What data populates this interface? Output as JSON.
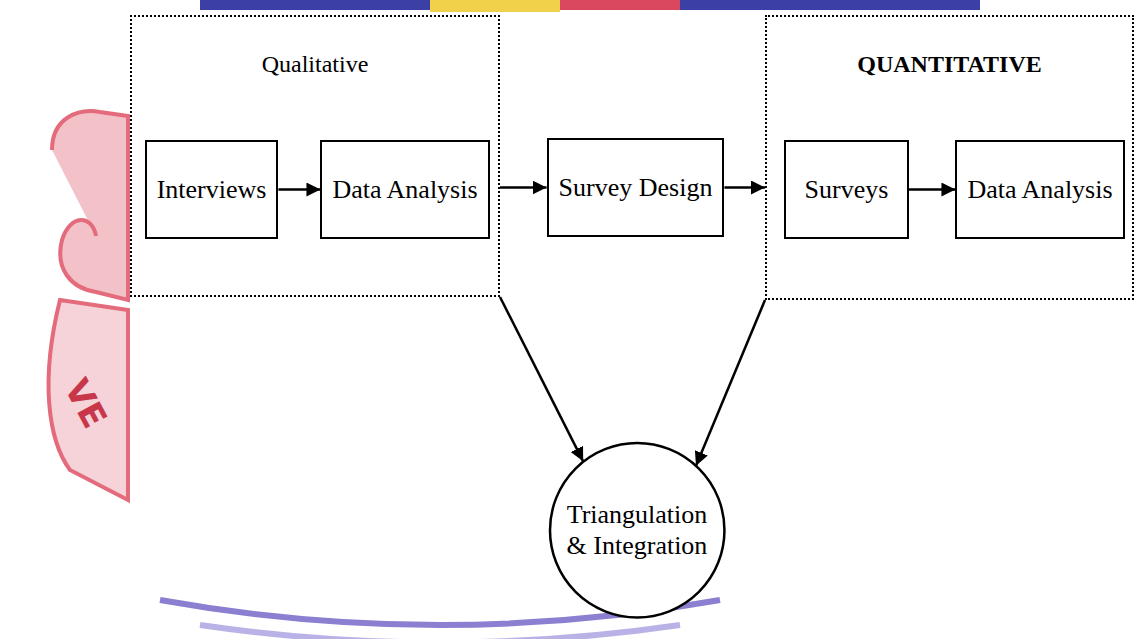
{
  "diagram": {
    "nodes": [
      {
        "text": [
          "Qualitative"
        ]
      },
      {
        "text": [
          "Interviews"
        ],
        "in": 0
      },
      {
        "text": [
          "Data Analysis"
        ],
        "in": 0
      },
      {
        "text": [
          "Survey Design"
        ]
      },
      {
        "text": [
          "QUANTITATIVE"
        ]
      },
      {
        "text": [
          "Surveys"
        ],
        "in": 4
      },
      {
        "text": [
          "Data Analysis"
        ],
        "in": 4
      },
      {
        "text": [
          "Triangulation & Integration"
        ]
      }
    ],
    "edges": [
      {
        "from": 1,
        "to": 2,
        "arrow": "to"
      },
      {
        "from": 0,
        "to": 3,
        "arrow": "to"
      },
      {
        "from": 3,
        "to": 4,
        "arrow": "to"
      },
      {
        "from": 5,
        "to": 6,
        "arrow": "to"
      },
      {
        "from": 0,
        "to": 7,
        "arrow": "to"
      },
      {
        "from": 4,
        "to": 7,
        "arrow": "to"
      }
    ],
    "labels": [
      "VE"
    ]
  }
}
